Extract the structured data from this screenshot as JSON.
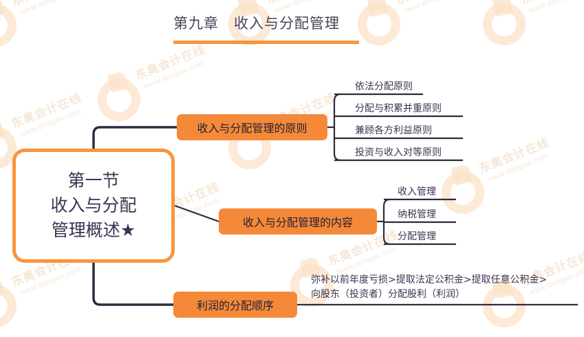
{
  "header": {
    "title": "第九章　收入与分配管理",
    "rule_color": "#f9943b"
  },
  "colors": {
    "root_border": "#f9943b",
    "branch_fill": "#f5893a",
    "connector": "#2f2a3d",
    "text_dark": "#3d3450",
    "watermark": "#f6e7d6"
  },
  "root": {
    "label": "第一节\n收入与分配\n管理概述★"
  },
  "branches": [
    {
      "label": "收入与分配管理的原则",
      "leaves": [
        {
          "label": "依法分配原则"
        },
        {
          "label": "分配与积累并重原则"
        },
        {
          "label": "兼顾各方利益原则"
        },
        {
          "label": "投资与收入对等原则"
        }
      ]
    },
    {
      "label": "收入与分配管理的内容",
      "leaves": [
        {
          "label": "收入管理"
        },
        {
          "label": "纳税管理"
        },
        {
          "label": "分配管理"
        }
      ]
    },
    {
      "label": "利润的分配顺序",
      "leaves": [
        {
          "label": "弥补以前年度亏损>提取法定公积金>提取任意公积金>\n向股东（投资者）分配股利（利润）"
        }
      ]
    }
  ],
  "watermark": {
    "cn": "东奥会计在线",
    "en": "www.dongao.com"
  }
}
